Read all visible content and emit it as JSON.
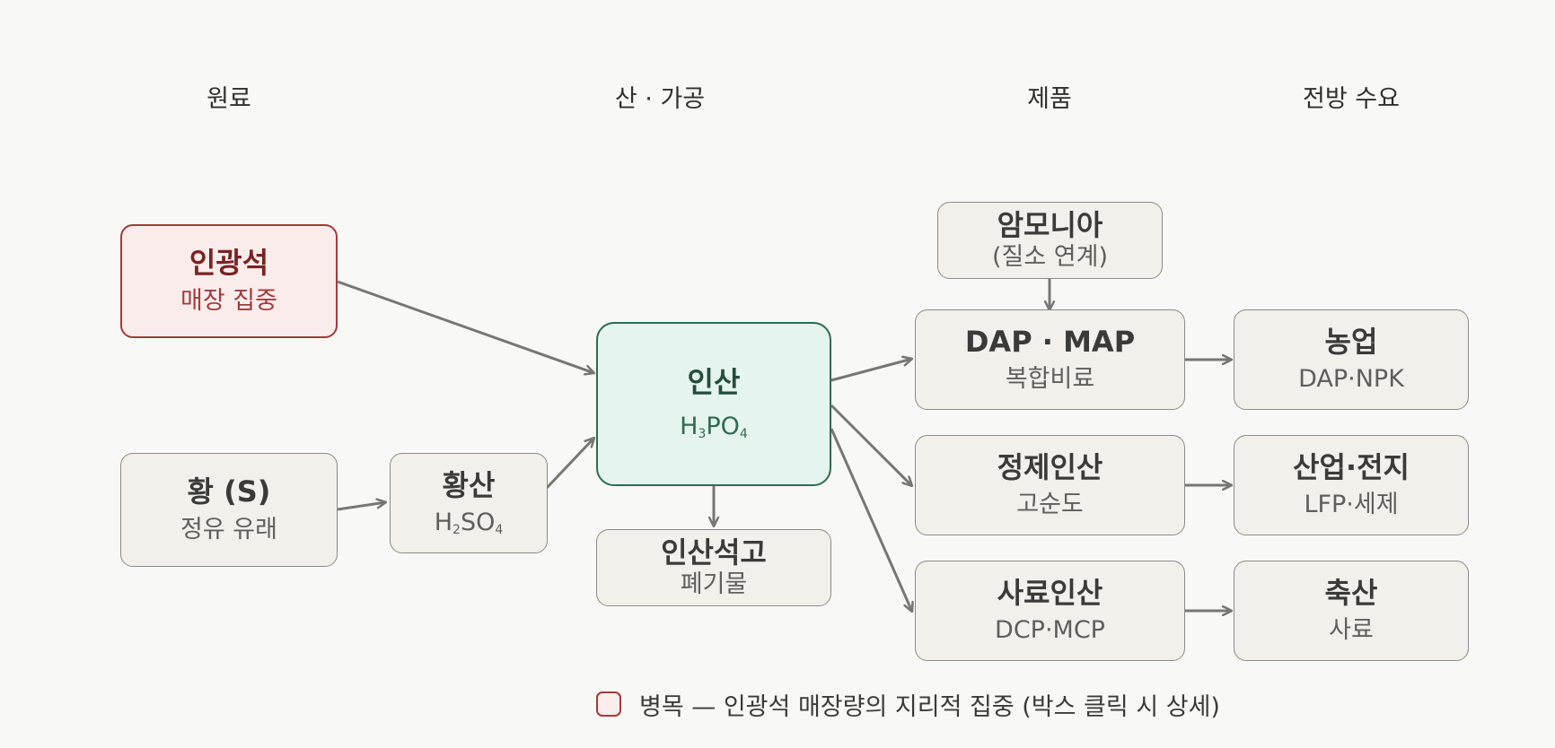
{
  "columns": {
    "raw": "원료",
    "acid": "산 · 가공",
    "product": "제품",
    "demand": "전방 수요"
  },
  "nodes": {
    "phosphate_rock": {
      "title": "인광석",
      "subtitle": "매장 집중"
    },
    "sulfur": {
      "title": "황 (S)",
      "subtitle": "정유 유래"
    },
    "sulfuric_acid": {
      "title": "황산",
      "formula": [
        "H",
        "2",
        "SO",
        "4"
      ]
    },
    "phosphoric_acid": {
      "title": "인산",
      "formula": [
        "H",
        "3",
        "PO",
        "4"
      ]
    },
    "phosphogypsum": {
      "title": "인산석고",
      "subtitle": "폐기물"
    },
    "ammonia": {
      "title": "암모니아",
      "subtitle": "(질소 연계)"
    },
    "dap_map": {
      "title": "DAP · MAP",
      "subtitle": "복합비료"
    },
    "purified_acid": {
      "title": "정제인산",
      "subtitle": "고순도"
    },
    "feed_acid": {
      "title": "사료인산",
      "subtitle": "DCP·MCP"
    },
    "agriculture": {
      "title": "농업",
      "subtitle": "DAP·NPK"
    },
    "industry_battery": {
      "title": "산업·전지",
      "subtitle": "LFP·세제"
    },
    "livestock": {
      "title": "축산",
      "subtitle": "사료"
    }
  },
  "legend": {
    "label": "병목 — 인광석 매장량의 지리적 집중 (박스 클릭 시 상세)"
  },
  "colors": {
    "bottleneck_border": "#a23a3a",
    "bottleneck_fill": "#fbecec",
    "hub_border": "#2f6a52",
    "hub_fill": "#e5f4ee",
    "node_border": "#8b8a84",
    "node_fill": "#f1f0eb",
    "arrow": "#767672"
  }
}
